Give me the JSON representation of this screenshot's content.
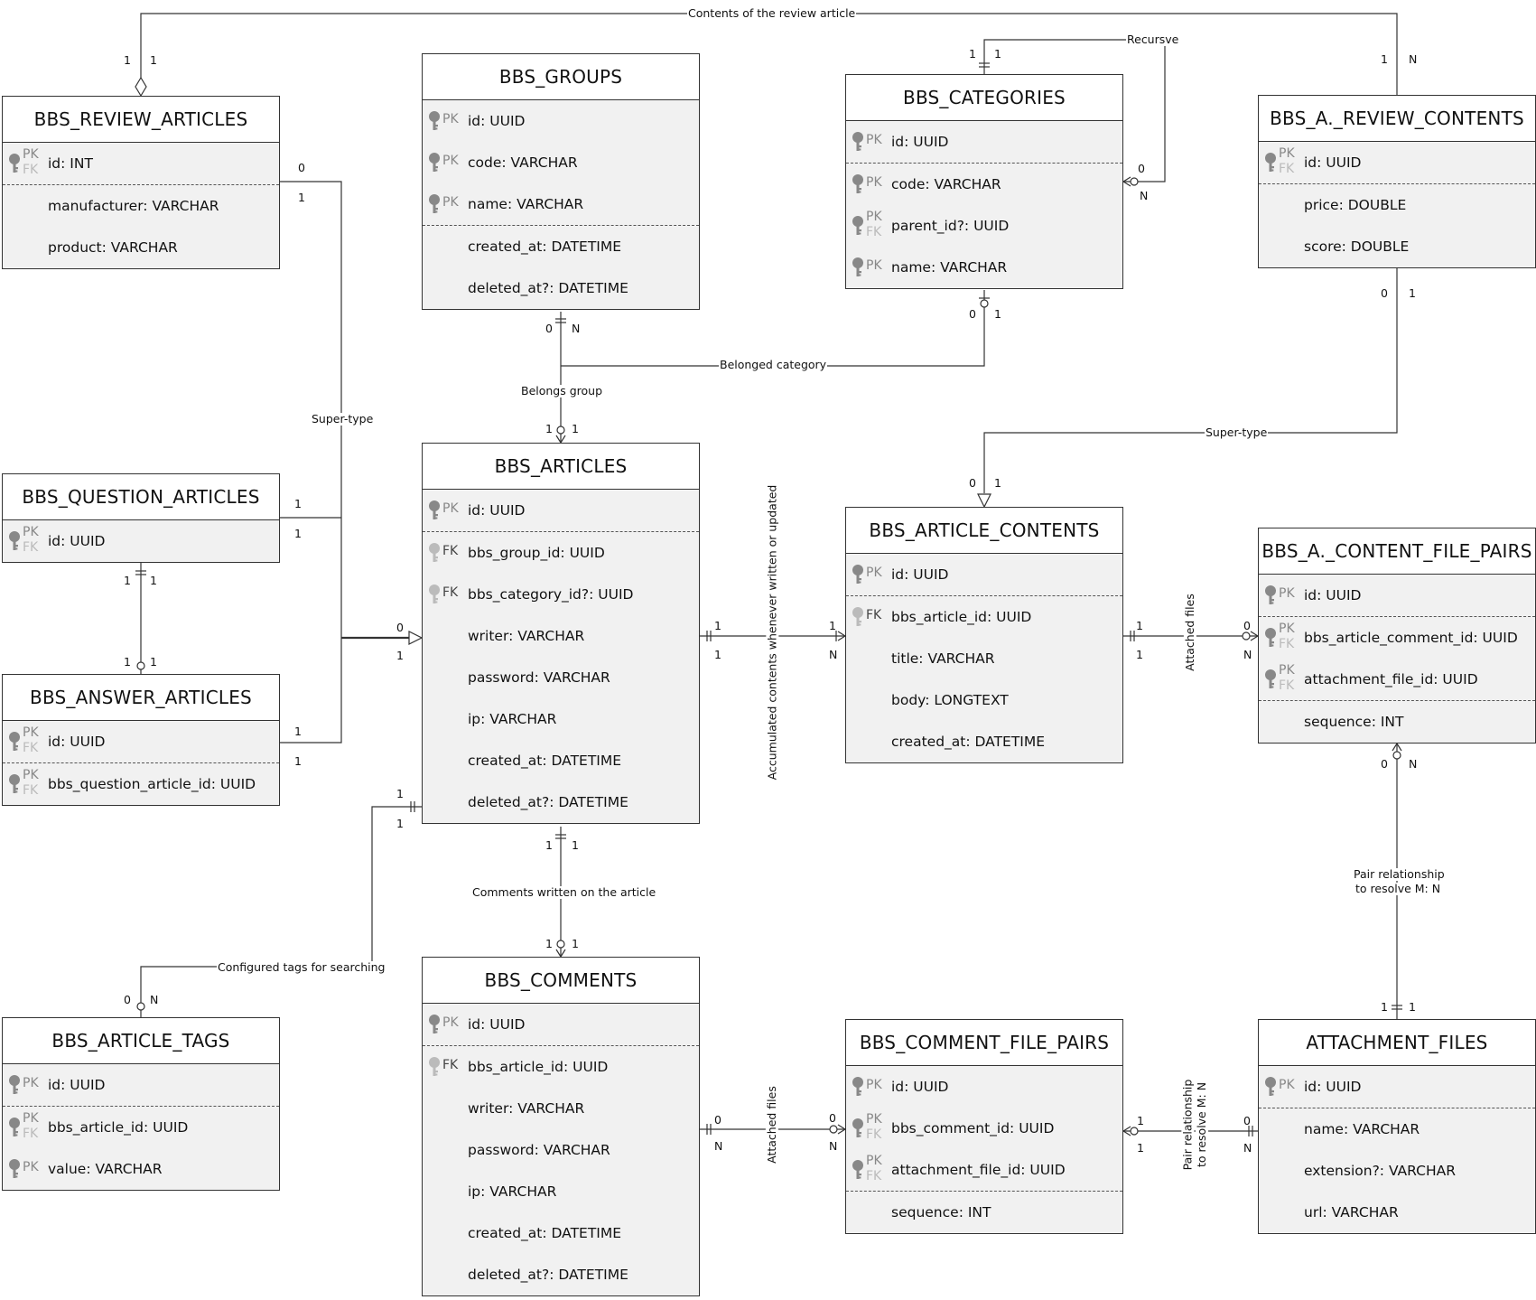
{
  "entities": [
    {
      "id": "review_articles",
      "title": "BBS_REVIEW_ARTICLES",
      "sections": [
        [
          {
            "key": "PKFK",
            "name": "id: INT"
          }
        ],
        [
          {
            "key": "",
            "name": "manufacturer: VARCHAR"
          },
          {
            "key": "",
            "name": "product: VARCHAR"
          }
        ]
      ]
    },
    {
      "id": "groups",
      "title": "BBS_GROUPS",
      "sections": [
        [
          {
            "key": "PK",
            "name": "id: UUID"
          },
          {
            "key": "PK",
            "name": "code: VARCHAR"
          },
          {
            "key": "PK",
            "name": "name: VARCHAR"
          }
        ],
        [
          {
            "key": "",
            "name": "created_at: DATETIME"
          },
          {
            "key": "",
            "name": "deleted_at?: DATETIME"
          }
        ]
      ]
    },
    {
      "id": "categories",
      "title": "BBS_CATEGORIES",
      "sections": [
        [
          {
            "key": "PK",
            "name": "id: UUID"
          }
        ],
        [
          {
            "key": "PK",
            "name": "code: VARCHAR"
          },
          {
            "key": "PKFK",
            "name": "parent_id?: UUID"
          },
          {
            "key": "PK",
            "name": "name: VARCHAR"
          }
        ]
      ]
    },
    {
      "id": "review_contents",
      "title": "BBS_A._REVIEW_CONTENTS",
      "sections": [
        [
          {
            "key": "PKFK",
            "name": "id: UUID"
          }
        ],
        [
          {
            "key": "",
            "name": "price: DOUBLE"
          },
          {
            "key": "",
            "name": "score: DOUBLE"
          }
        ]
      ]
    },
    {
      "id": "question_articles",
      "title": "BBS_QUESTION_ARTICLES",
      "sections": [
        [
          {
            "key": "PKFK",
            "name": "id: UUID"
          }
        ]
      ]
    },
    {
      "id": "answer_articles",
      "title": "BBS_ANSWER_ARTICLES",
      "sections": [
        [
          {
            "key": "PKFK",
            "name": "id: UUID"
          }
        ],
        [
          {
            "key": "PKFK",
            "name": "bbs_question_article_id: UUID"
          }
        ]
      ]
    },
    {
      "id": "articles",
      "title": "BBS_ARTICLES",
      "sections": [
        [
          {
            "key": "PK",
            "name": "id: UUID"
          }
        ],
        [
          {
            "key": "FK",
            "name": "bbs_group_id: UUID"
          },
          {
            "key": "FK",
            "name": "bbs_category_id?: UUID"
          },
          {
            "key": "",
            "name": "writer: VARCHAR"
          },
          {
            "key": "",
            "name": "password: VARCHAR"
          },
          {
            "key": "",
            "name": "ip: VARCHAR"
          },
          {
            "key": "",
            "name": "created_at: DATETIME"
          },
          {
            "key": "",
            "name": "deleted_at?: DATETIME"
          }
        ]
      ]
    },
    {
      "id": "article_contents",
      "title": "BBS_ARTICLE_CONTENTS",
      "sections": [
        [
          {
            "key": "PK",
            "name": "id: UUID"
          }
        ],
        [
          {
            "key": "FK",
            "name": "bbs_article_id: UUID"
          },
          {
            "key": "",
            "name": "title: VARCHAR"
          },
          {
            "key": "",
            "name": "body: LONGTEXT"
          },
          {
            "key": "",
            "name": "created_at: DATETIME"
          }
        ]
      ]
    },
    {
      "id": "content_file_pairs",
      "title": "BBS_A._CONTENT_FILE_PAIRS",
      "sections": [
        [
          {
            "key": "PK",
            "name": "id: UUID"
          }
        ],
        [
          {
            "key": "PKFK",
            "name": "bbs_article_comment_id: UUID"
          },
          {
            "key": "PKFK",
            "name": "attachment_file_id: UUID"
          }
        ],
        [
          {
            "key": "",
            "name": "sequence: INT"
          }
        ]
      ]
    },
    {
      "id": "article_tags",
      "title": "BBS_ARTICLE_TAGS",
      "sections": [
        [
          {
            "key": "PK",
            "name": "id: UUID"
          }
        ],
        [
          {
            "key": "PKFK",
            "name": "bbs_article_id: UUID"
          },
          {
            "key": "PK",
            "name": "value: VARCHAR"
          }
        ]
      ]
    },
    {
      "id": "comments",
      "title": "BBS_COMMENTS",
      "sections": [
        [
          {
            "key": "PK",
            "name": "id: UUID"
          }
        ],
        [
          {
            "key": "FK",
            "name": "bbs_article_id: UUID"
          },
          {
            "key": "",
            "name": "writer: VARCHAR"
          },
          {
            "key": "",
            "name": "password: VARCHAR"
          },
          {
            "key": "",
            "name": "ip: VARCHAR"
          },
          {
            "key": "",
            "name": "created_at: DATETIME"
          },
          {
            "key": "",
            "name": "deleted_at?: DATETIME"
          }
        ]
      ]
    },
    {
      "id": "comment_file_pairs",
      "title": "BBS_COMMENT_FILE_PAIRS",
      "sections": [
        [
          {
            "key": "PK",
            "name": "id: UUID"
          },
          {
            "key": "PKFK",
            "name": "bbs_comment_id: UUID"
          },
          {
            "key": "PKFK",
            "name": "attachment_file_id: UUID"
          }
        ],
        [
          {
            "key": "",
            "name": "sequence: INT"
          }
        ]
      ]
    },
    {
      "id": "attachment_files",
      "title": "ATTACHMENT_FILES",
      "sections": [
        [
          {
            "key": "PK",
            "name": "id: UUID"
          }
        ],
        [
          {
            "key": "",
            "name": "name: VARCHAR"
          },
          {
            "key": "",
            "name": "extension?: VARCHAR"
          },
          {
            "key": "",
            "name": "url: VARCHAR"
          }
        ]
      ]
    }
  ],
  "relations": [
    {
      "label": "Contents of the review article"
    },
    {
      "label": "Recursve"
    },
    {
      "label": "Belonged category"
    },
    {
      "label": "Belongs group"
    },
    {
      "label": "Super-type"
    },
    {
      "label": "Super-type"
    },
    {
      "label": "Accumulated contents whenever written or updated"
    },
    {
      "label": "Attached files"
    },
    {
      "label": "Pair relationship"
    },
    {
      "label": "to resolve M: N"
    },
    {
      "label": "Comments written on the article"
    },
    {
      "label": "Configured tags for searching"
    },
    {
      "label": "Attached files"
    },
    {
      "label": "Pair relationship"
    },
    {
      "label": "to resolve M: N"
    }
  ],
  "cardinalities": [
    "1",
    "1",
    "1",
    "N",
    "1",
    "1",
    "0",
    "N",
    "0",
    "1",
    "0",
    "N",
    "1",
    "1",
    "0",
    "1",
    "0",
    "1",
    "0",
    "1",
    "1",
    "1",
    "0",
    "1",
    "1",
    "1",
    "1",
    "1",
    "1",
    "1",
    "1",
    "1",
    "1",
    "N",
    "1",
    "1",
    "0",
    "N",
    "0",
    "N",
    "1",
    "1",
    "1",
    "1",
    "1",
    "1",
    "0",
    "N",
    "0",
    "N",
    "0",
    "N",
    "1",
    "1",
    "0",
    "N",
    "1",
    "1",
    "1",
    "1"
  ],
  "colors": {
    "line": "#333333",
    "header": "#ffffff",
    "body": "#f1f1f1",
    "key_pk": "#888888",
    "key_fk": "#bbbbbb"
  }
}
